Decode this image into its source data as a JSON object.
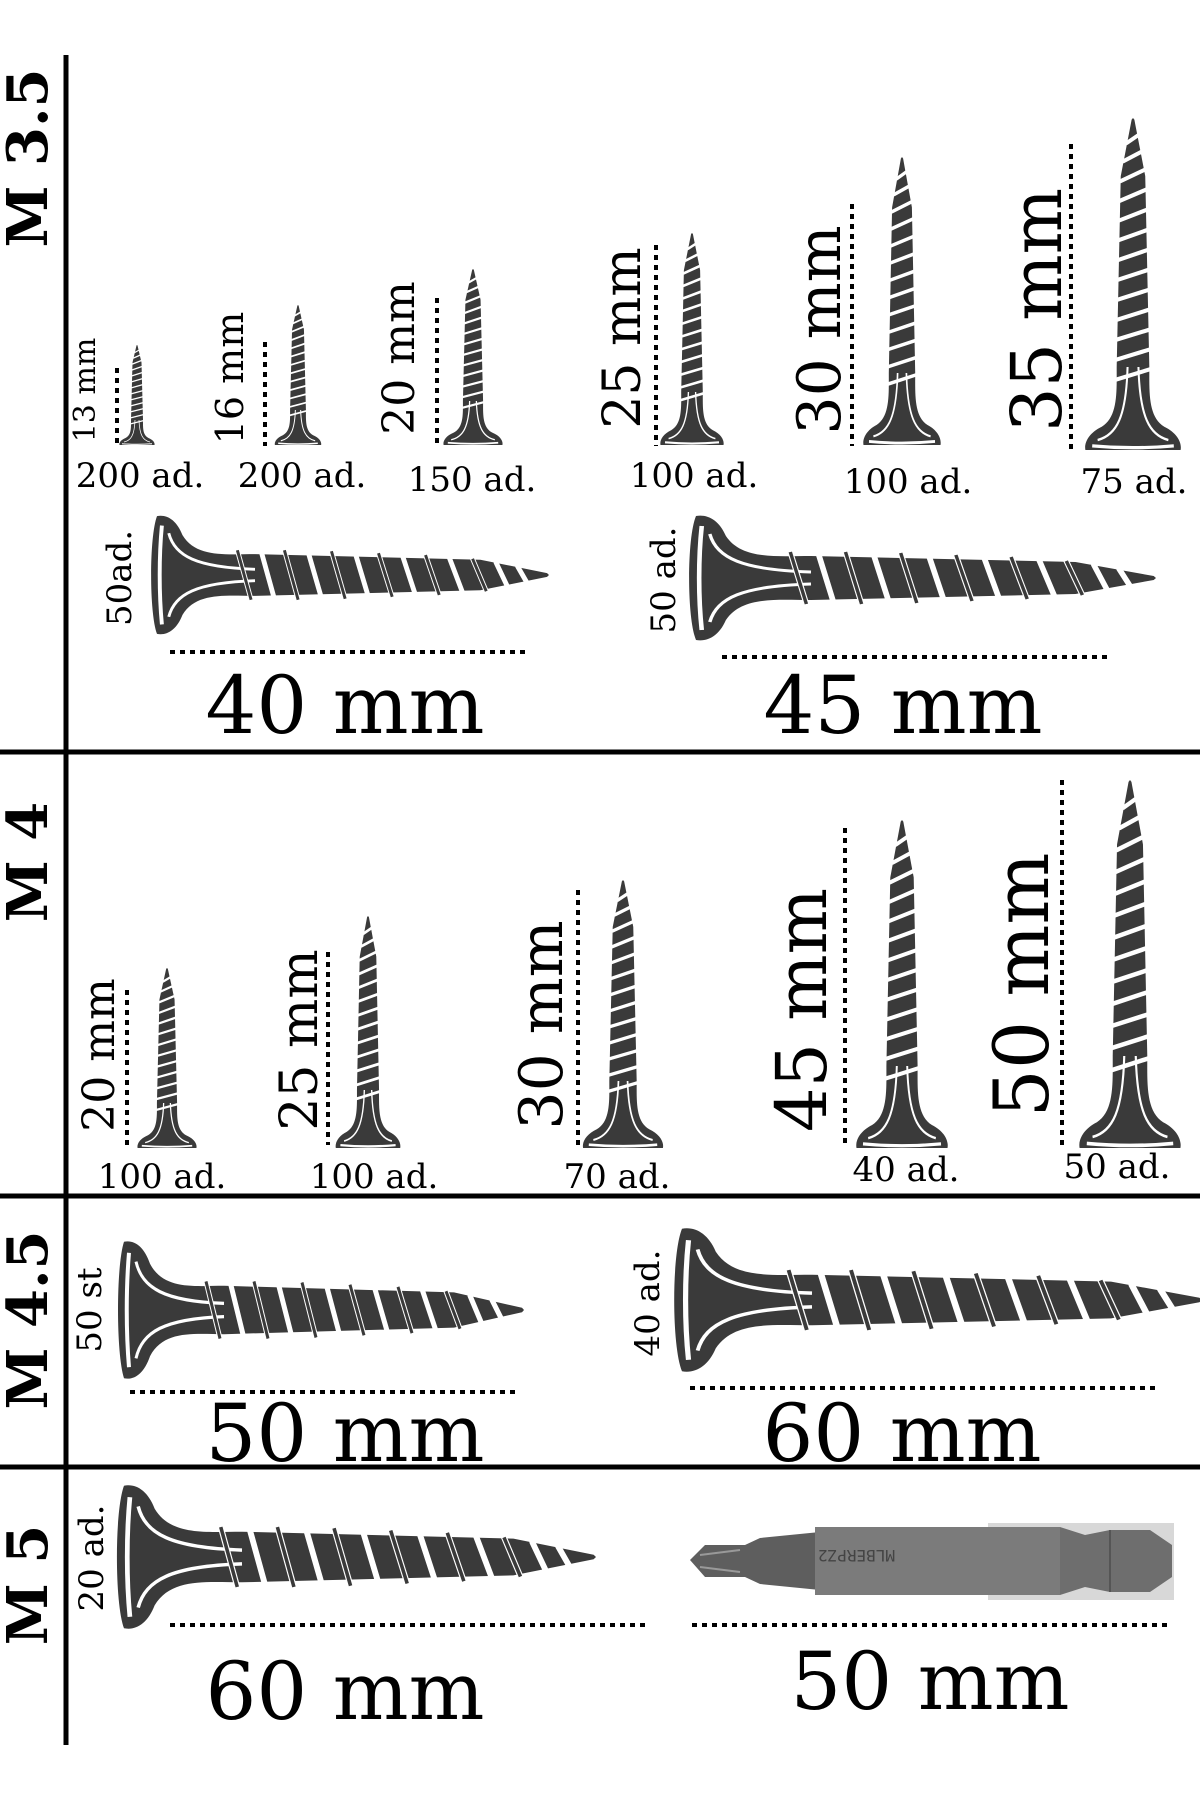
{
  "sections": {
    "m35": "M 3.5",
    "m4": "M 4",
    "m45": "M 4.5",
    "m5": "M 5"
  },
  "m35": {
    "small": [
      {
        "length": "13 mm",
        "qty": "200 ad."
      },
      {
        "length": "16 mm",
        "qty": "200 ad."
      },
      {
        "length": "20 mm",
        "qty": "150 ad."
      },
      {
        "length": "25 mm",
        "qty": "100 ad."
      },
      {
        "length": "30 mm",
        "qty": "100 ad."
      },
      {
        "length": "35 mm",
        "qty": "75 ad."
      }
    ],
    "long": [
      {
        "length": "40 mm",
        "qty": "50ad."
      },
      {
        "length": "45 mm",
        "qty": "50 ad."
      }
    ]
  },
  "m4": {
    "small": [
      {
        "length": "20 mm",
        "qty": "100 ad."
      },
      {
        "length": "25 mm",
        "qty": "100 ad."
      },
      {
        "length": "30 mm",
        "qty": "70 ad."
      },
      {
        "length": "45 mm",
        "qty": "40 ad."
      },
      {
        "length": "50 mm",
        "qty": "50 ad."
      }
    ]
  },
  "m45": {
    "long": [
      {
        "length": "50 mm",
        "qty": "50 st"
      },
      {
        "length": "60 mm",
        "qty": "40 ad."
      }
    ]
  },
  "m5": {
    "long": [
      {
        "length": "60 mm",
        "qty": "20 ad."
      }
    ],
    "bit": {
      "length": "50 mm",
      "engraving": "MLBERPZ2"
    }
  },
  "colors": {
    "screw_dark": "#3a3a3a",
    "screw_light": "#ffffff",
    "bit_gray": "#7b7b7b"
  },
  "icons": [
    "drywall-screw-icon",
    "screwdriver-bit-icon"
  ]
}
